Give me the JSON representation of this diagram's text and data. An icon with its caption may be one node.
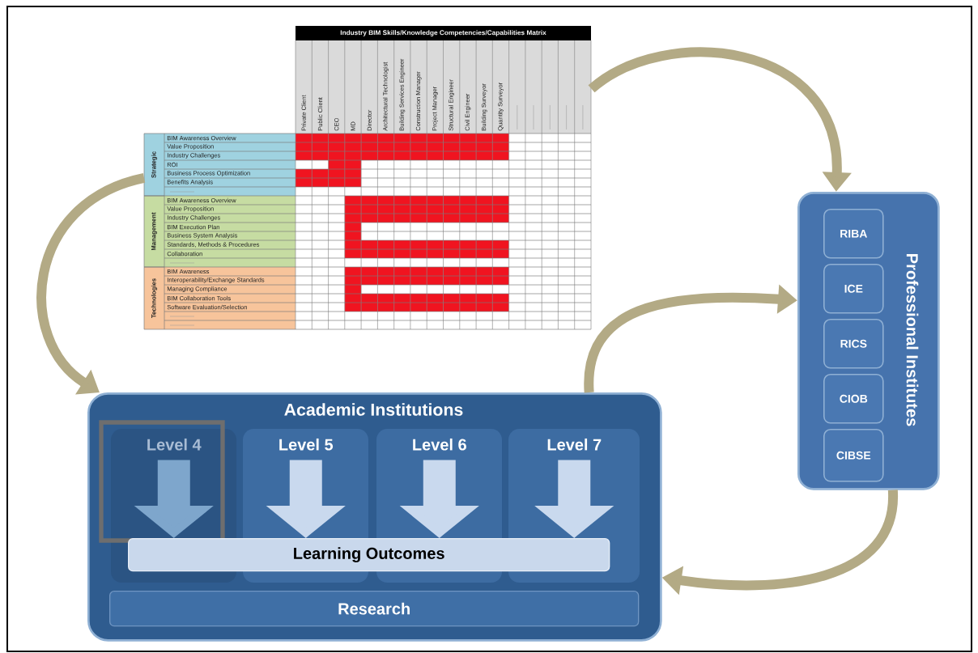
{
  "diagram": {
    "nodes": [
      {
        "text": [
          "Industry BIM Skills/Knowledge Competencies/Capabilities Matrix"
        ]
      },
      {
        "text": [
          "Academic Institutions"
        ]
      },
      {
        "text": [
          "Level 4"
        ],
        "in": 1
      },
      {
        "text": [
          "Level 5"
        ],
        "in": 1
      },
      {
        "text": [
          "Level 6"
        ],
        "in": 1
      },
      {
        "text": [
          "Level 7"
        ],
        "in": 1
      },
      {
        "text": [
          "Learning Outcomes"
        ],
        "in": 1
      },
      {
        "text": [
          "Research"
        ],
        "in": 1
      },
      {
        "text": [
          "Professional Institutes"
        ]
      },
      {
        "text": [
          "RIBA"
        ],
        "in": 8
      },
      {
        "text": [
          "ICE"
        ],
        "in": 8
      },
      {
        "text": [
          "RICS"
        ],
        "in": 8
      },
      {
        "text": [
          "CIOB"
        ],
        "in": 8
      },
      {
        "text": [
          "CIBSE"
        ],
        "in": 8
      }
    ],
    "edges": [
      {
        "from": 0,
        "to": 1,
        "arrow": "to",
        "color": "#b3aa85"
      },
      {
        "from": 0,
        "to": 8,
        "arrow": "to",
        "color": "#b3aa85"
      },
      {
        "from": 1,
        "to": 8,
        "arrow": "to",
        "color": "#b3aa85"
      },
      {
        "from": 8,
        "to": 1,
        "arrow": "to",
        "color": "#b3aa85"
      },
      {
        "from": 2,
        "to": 6,
        "arrow": "to",
        "style": "thick",
        "color": "#7ea6cc"
      },
      {
        "from": 3,
        "to": 6,
        "arrow": "to",
        "style": "thick",
        "color": "#c9d9ee"
      },
      {
        "from": 4,
        "to": 6,
        "arrow": "to",
        "style": "thick",
        "color": "#c9d9ee"
      },
      {
        "from": 5,
        "to": 6,
        "arrow": "to",
        "style": "thick",
        "color": "#c9d9ee"
      }
    ],
    "labels": [
      "Private Client",
      "Public Client",
      "CEO",
      "MD",
      "Director",
      "Architectural Technologist",
      "Building Services Engineer",
      "Construction Manager",
      "Project Manager",
      "Structural Engineer",
      "Civil Engineer",
      "Building Surveyor",
      "Quantity Surveyor",
      "Strategic",
      "BIM Awareness Overview",
      "Value Proposition",
      "Industry Challenges",
      "ROI",
      "Business Process Optimization",
      "Benefits Analysis",
      "Management",
      "BIM Awareness Overview",
      "Value Proposition",
      "Industry Challenges",
      "BIM Execution Plan",
      "Business System Analysis",
      "Standards, Methods & Procedures",
      "Collaboration",
      "Technologies",
      "BIM Awareness",
      "Interoperability/Exchange Standards",
      "Managing Compliance",
      "BIM Collaboration Tools",
      "Software Evaluation/Selection"
    ]
  }
}
